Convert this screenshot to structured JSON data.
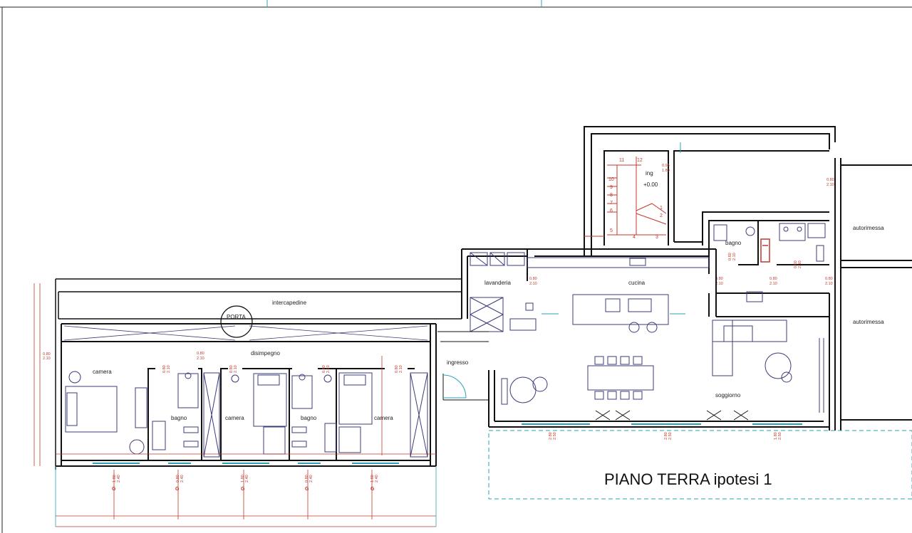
{
  "drawing": {
    "title": "PIANO TERRA  ipotesi 1",
    "colors": {
      "wall": "#111111",
      "annotation": "#c0392b",
      "fixture": "#3b3b7a",
      "guide": "#2aa3b5"
    }
  },
  "rooms": {
    "ing": "ing",
    "level": "+0.00",
    "autorimessa_1": "autorimessa",
    "autorimessa_2": "autorimessa",
    "bagno_service": "bagno",
    "lavanderia": "lavanderia",
    "cucina": "cucina",
    "intercapedine": "intercapedine",
    "porta": "PORTA",
    "disimpegno": "disimpegno",
    "ingresso": "ingresso",
    "camera_1": "camera",
    "bagno_1": "bagno",
    "camera_2": "camera",
    "bagno_2": "bagno",
    "camera_3": "camera",
    "soggiorno": "soggiorno"
  },
  "stairs": [
    "1",
    "2",
    "3",
    "4",
    "5",
    "6",
    "7",
    "8",
    "9",
    "10",
    "11",
    "12"
  ],
  "door_labels": {
    "d080_210": [
      "0.80",
      "2.10"
    ],
    "d095_180": [
      "0.95",
      "1.80"
    ],
    "d080_240": [
      "0.80",
      "2.40"
    ],
    "d180_240": [
      "1.80",
      "2.40"
    ],
    "d280_240": [
      "2.80",
      "2.40"
    ],
    "d280_250": [
      "2.80",
      "2.50"
    ],
    "d180_250": [
      "1.80",
      "2.50"
    ],
    "d060_210": [
      "0.60",
      "2.10"
    ]
  },
  "window_marker": "G"
}
